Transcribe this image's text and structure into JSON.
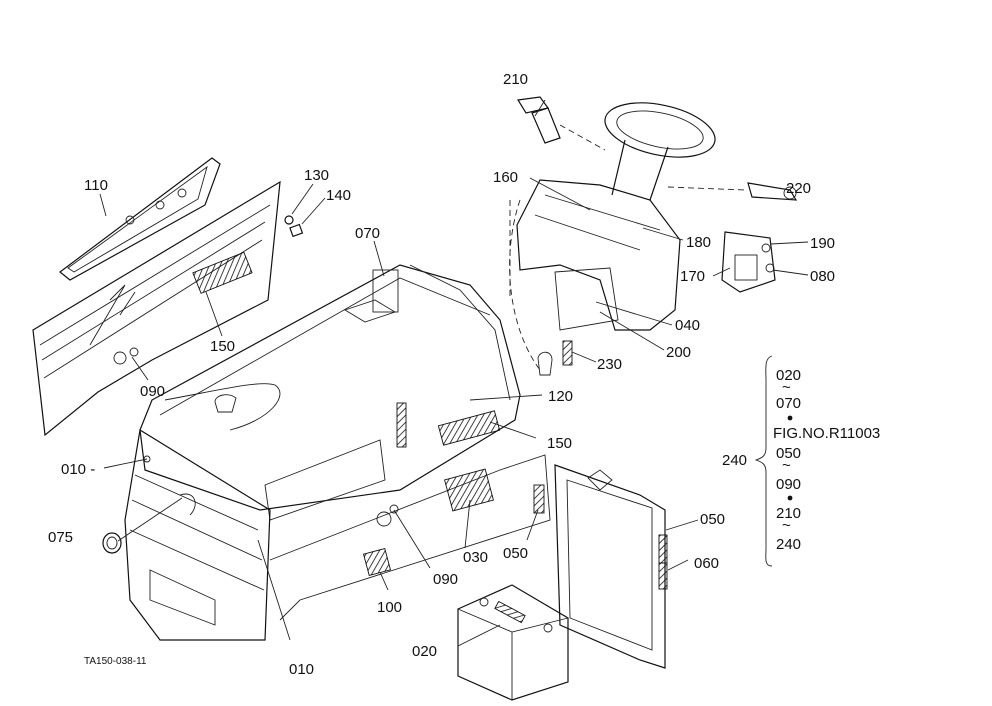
{
  "labels": {
    "p010a": "010 -",
    "p010b": "010",
    "p020": "020",
    "p030": "030",
    "p040": "040",
    "p050a": "050",
    "p050b": "050",
    "p060": "060",
    "p070": "070",
    "p075": "075",
    "p080": "080",
    "p090a": "090",
    "p090b": "090",
    "p100": "100",
    "p110": "110",
    "p120": "120",
    "p130": "130",
    "p140": "140",
    "p150a": "150",
    "p150b": "150",
    "p160": "160",
    "p170": "170",
    "p180": "180",
    "p190": "190",
    "p200": "200",
    "p210": "210",
    "p220": "220",
    "p230": "230",
    "p240": "240"
  },
  "legend": {
    "l1": "020",
    "l2": "070",
    "l3": "FIG.NO.R11003",
    "l4": "050",
    "l5": "090",
    "l6": "210",
    "l7": "240"
  },
  "figure_code": "TA150-038-11"
}
